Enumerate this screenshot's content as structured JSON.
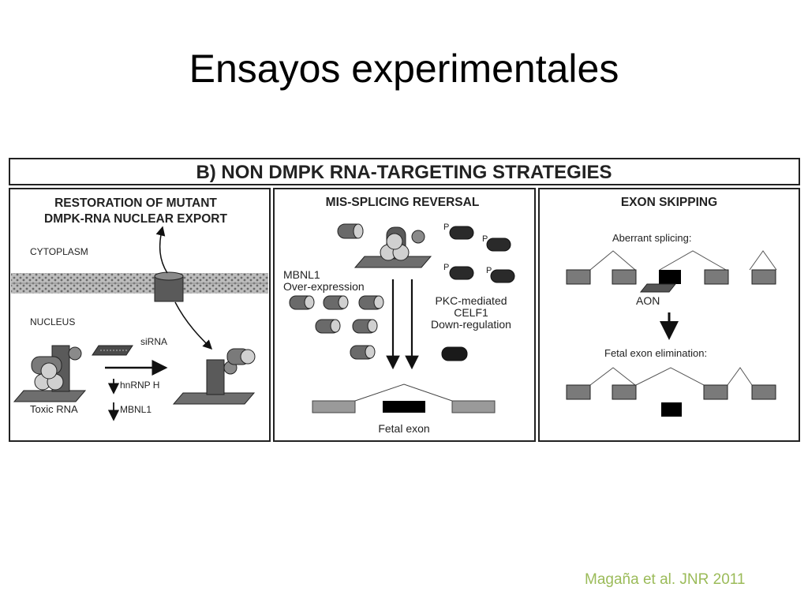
{
  "slide": {
    "title": "Ensayos experimentales",
    "credit": "Magaña et al. JNR 2011",
    "credit_color": "#9bbb59"
  },
  "figure": {
    "banner": "B) NON DMPK RNA-TARGETING STRATEGIES",
    "panels": [
      {
        "heading_lines": [
          "RESTORATION OF MUTANT",
          "DMPK-RNA NUCLEAR EXPORT"
        ],
        "labels": {
          "cytoplasm": "CYTOPLASM",
          "nucleus": "NUCLEUS",
          "sirna": "siRNA",
          "hnrnp": "hnRNP H",
          "mbnl1": "MBNL1",
          "toxic_rna": "Toxic RNA"
        }
      },
      {
        "heading": "MIS-SPLICING REVERSAL",
        "labels": {
          "mbnl1": "MBNL1",
          "overexpression": "Over-expression",
          "pkc_lines": [
            "PKC-mediated",
            "CELF1",
            "Down-regulation"
          ],
          "fetal_exon": "Fetal exon",
          "phospho": "P"
        }
      },
      {
        "heading": "EXON SKIPPING",
        "labels": {
          "aberrant": "Aberrant splicing:",
          "aon": "AON",
          "elimination": "Fetal exon elimination:"
        }
      }
    ]
  }
}
